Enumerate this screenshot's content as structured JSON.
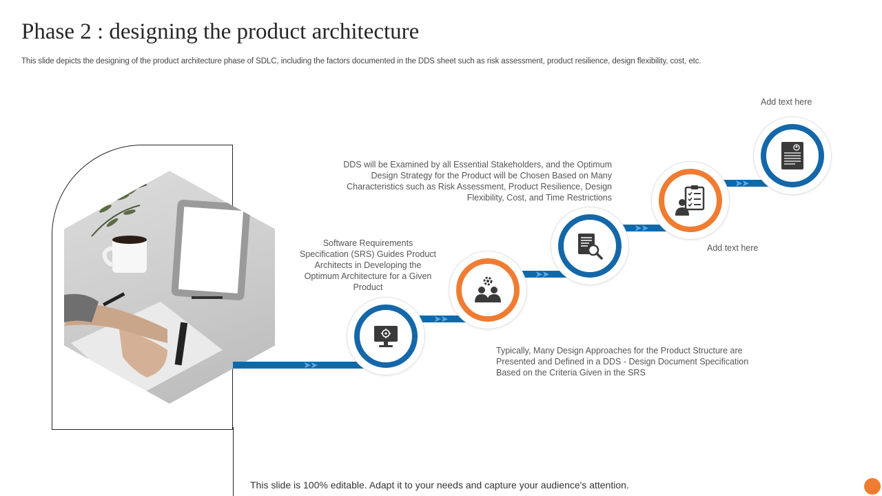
{
  "slide": {
    "title": "Phase 2 : designing the product architecture",
    "subtitle": "This slide depicts the designing of the product architecture phase of SDLC, including the factors documented in the DDS sheet such as risk assessment, product resilience, design flexibility, cost, etc.",
    "footer": "This slide is 100% editable. Adapt it to your needs and capture your audience's attention."
  },
  "colors": {
    "blue": "#1467a8",
    "orange": "#ef7c31",
    "connector": "#0b6aab",
    "arrow": "#5aa9e6"
  },
  "steps": [
    {
      "icon": "monitor-gear-icon",
      "ring_color": "blue"
    },
    {
      "icon": "team-gear-icon",
      "ring_color": "orange"
    },
    {
      "icon": "document-search-icon",
      "ring_color": "blue"
    },
    {
      "icon": "clipboard-checklist-icon",
      "ring_color": "orange"
    },
    {
      "icon": "profile-document-icon",
      "ring_color": "blue"
    }
  ],
  "descriptions": {
    "srs": "Software Requirements Specification (SRS) Guides Product Architects in Developing the Optimum Architecture for a Given Product",
    "dds_examined": "DDS will be Examined by all Essential Stakeholders, and the Optimum Design Strategy for the Product will be Chosen Based on Many Characteristics such as Risk Assessment, Product Resilience, Design Flexibility, Cost, and Time Restrictions",
    "design_approaches": "Typically, Many Design Approaches for the Product Structure are Presented and Defined in a DDS - Design Document Specification Based on the Criteria Given in the SRS",
    "add_text_top": "Add text here",
    "add_text_mid": "Add text here"
  }
}
